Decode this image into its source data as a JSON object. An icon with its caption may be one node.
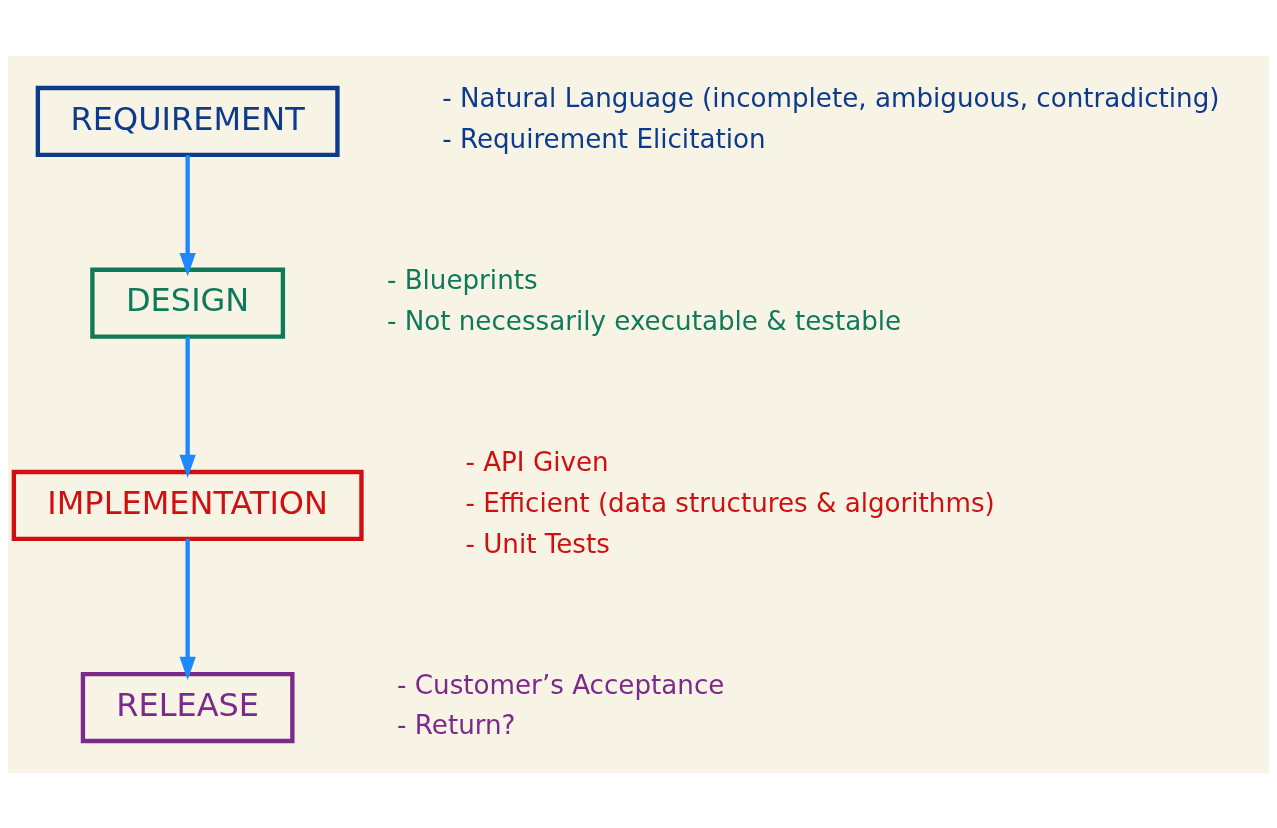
{
  "diagram": {
    "nodes": [
      {
        "text": [
          "REQUIREMENT"
        ],
        "beside": [
          "- Natural Language (incomplete, ambiguous, contradicting)",
          "- Requirement Elicitation"
        ]
      },
      {
        "text": [
          "DESIGN"
        ],
        "beside": [
          "- Blueprints",
          "- Not necessarily executable & testable"
        ]
      },
      {
        "text": [
          "IMPLEMENTATION"
        ],
        "beside": [
          "- API Given",
          "- Efficient (data structures & algorithms)",
          "- Unit Tests"
        ]
      },
      {
        "text": [
          "RELEASE"
        ],
        "beside": [
          "- Customer’s Acceptance",
          "- Return?"
        ]
      }
    ],
    "edges": [
      {
        "from": 0,
        "to": 1,
        "arrow": "to"
      },
      {
        "from": 1,
        "to": 2,
        "arrow": "to"
      },
      {
        "from": 2,
        "to": 3,
        "arrow": "to"
      }
    ]
  }
}
